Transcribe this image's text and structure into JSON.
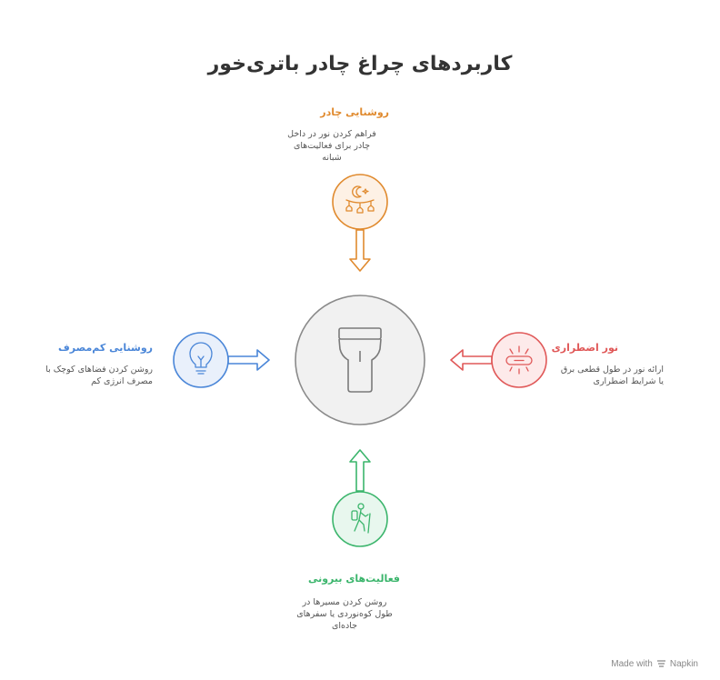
{
  "title": "کاربردهای چراغ چادر باتری‌خور",
  "colors": {
    "center": "#7a7a7a",
    "top": "#e08a2e",
    "right": "#e05858",
    "bottom": "#3bb56c",
    "left": "#4a86d8"
  },
  "center": {
    "icon": "flashlight-icon"
  },
  "items": {
    "top": {
      "title": "روشنایی چادر",
      "desc": [
        "فراهم کردن نور در داخل",
        "چادر برای فعالیت‌های",
        "شبانه"
      ],
      "icon": "crescent-moon-lanterns-icon"
    },
    "right": {
      "title": "نور اضطراری",
      "desc": [
        "ارائه نور در طول قطعی برق",
        "یا شرایط اضطراری"
      ],
      "icon": "emergency-light-icon"
    },
    "bottom": {
      "title": "فعالیت‌های بیرونی",
      "desc": [
        "روشن کردن مسیرها در",
        "طول کوه‌نوردی یا سفرهای",
        "جاده‌ای"
      ],
      "icon": "hiker-icon"
    },
    "left": {
      "title": "روشنایی کم‌مصرف",
      "desc": [
        "روشن کردن فضاهای کوچک با",
        "مصرف انرژی کم"
      ],
      "icon": "light-bulb-icon"
    }
  },
  "footer": {
    "made_with": "Made with",
    "brand": "Napkin"
  }
}
